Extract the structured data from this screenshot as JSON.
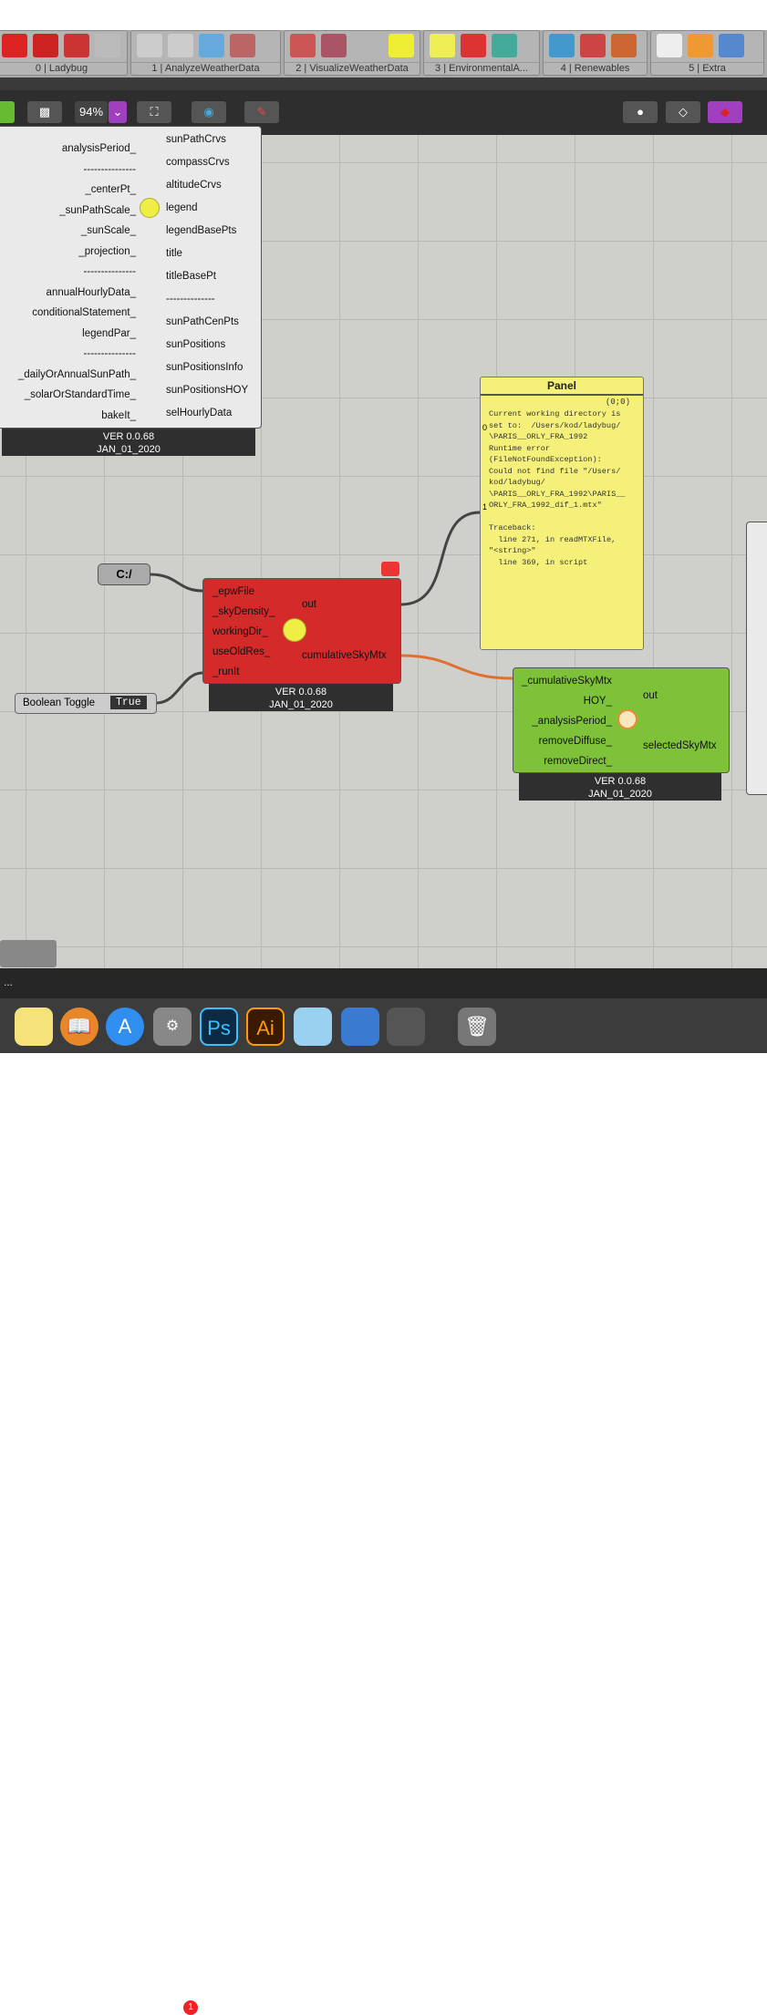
{
  "ribbon": {
    "tabs": [
      {
        "label": "0 | Ladybug"
      },
      {
        "label": "1 | AnalyzeWeatherData"
      },
      {
        "label": "2 | VisualizeWeatherData"
      },
      {
        "label": "3 | EnvironmentalA..."
      },
      {
        "label": "4 | Renewables"
      },
      {
        "label": "5 | Extra"
      }
    ]
  },
  "toolbar": {
    "zoom": "94%"
  },
  "sunpath": {
    "inputs": [
      "analysisPeriod_",
      "---------------",
      "_centerPt_",
      "_sunPathScale_",
      "_sunScale_",
      "_projection_",
      "---------------",
      "annualHourlyData_",
      "conditionalStatement_",
      "legendPar_",
      "---------------",
      "_dailyOrAnnualSunPath_",
      "_solarOrStandardTime_",
      "bakeIt_"
    ],
    "outputs": [
      "sunPathCrvs",
      "compassCrvs",
      "altitudeCrvs",
      "legend",
      "legendBasePts",
      "title",
      "titleBasePt",
      "--------------",
      "sunPathCenPts",
      "sunPositions",
      "sunPositionsInfo",
      "sunPositionsHOY",
      "selHourlyData"
    ],
    "ver": "VER 0.0.68",
    "date": "JAN_01_2020"
  },
  "panel": {
    "title": "Panel",
    "path": "(0;0)",
    "index0": "0",
    "index1": "1",
    "text": "Current working directory is\nset to:  /Users/kod/ladybug/\n\\PARIS__ORLY_FRA_1992\nRuntime error\n(FileNotFoundException):\nCould not find file \"/Users/\nkod/ladybug/\n\\PARIS__ORLY_FRA_1992\\PARIS__\nORLY_FRA_1992_dif_1.mtx\"\n\nTraceback:\n  line 271, in readMTXFile,\n\"<string>\"\n  line 369, in script"
  },
  "skymtx": {
    "inputs": [
      "_epwFile",
      "_skyDensity_",
      "workingDir_",
      "useOldRes_",
      "_runIt"
    ],
    "outputs": [
      "out",
      "cumulativeSkyMtx"
    ],
    "ver": "VER 0.0.68",
    "date": "JAN_01_2020",
    "color": "#d42a2a"
  },
  "selectsky": {
    "inputs": [
      "_cumulativeSkyMtx",
      "HOY_",
      "_analysisPeriod_",
      "removeDiffuse_",
      "removeDirect_"
    ],
    "outputs": [
      "out",
      "selectedSkyMtx"
    ],
    "ver": "VER 0.0.68",
    "date": "JAN_01_2020",
    "color": "#7ec23a"
  },
  "toggle": {
    "label": "Boolean Toggle",
    "value": "True"
  },
  "status": {
    "text": "..."
  },
  "dock": {
    "ps": "Ps",
    "ai": "Ai",
    "badge": "1"
  }
}
